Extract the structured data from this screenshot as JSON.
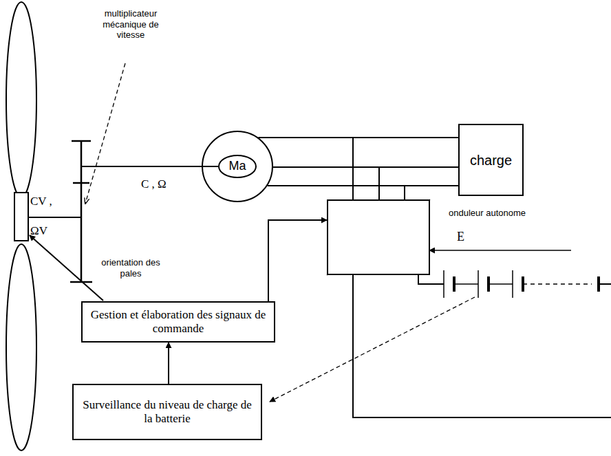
{
  "diagram": {
    "nodes": [
      {
        "text": [
          "Ma"
        ]
      },
      {
        "text": [
          "charge"
        ]
      },
      {
        "text": [
          "onduleur autonome"
        ]
      },
      {
        "text": [
          "Gestion et élaboration des signaux de commande"
        ]
      },
      {
        "text": [
          "Surveillance du niveau de charge de la batterie"
        ]
      }
    ],
    "edges": [
      {
        "from": 0,
        "to": 1,
        "arrow": "none"
      },
      {
        "from": 0,
        "to": 2,
        "arrow": "none"
      },
      {
        "from": 3,
        "to": 2,
        "arrow": "to"
      },
      {
        "from": 4,
        "to": 3,
        "arrow": "to"
      }
    ],
    "labels": [
      "multiplicateur mécanique de vitesse",
      "CV ,",
      "ΩV",
      "C , Ω",
      "orientation des pales",
      "E"
    ]
  }
}
